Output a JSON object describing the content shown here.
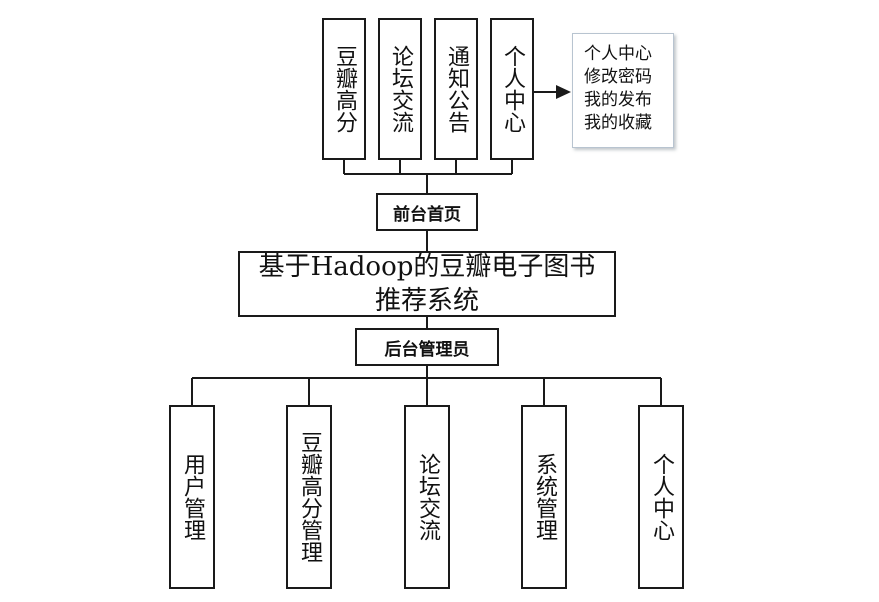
{
  "diagram": {
    "title": "基于Hadoop的豆瓣电子图书推荐系统",
    "frontend": {
      "label": "前台首页",
      "modules": [
        "豆瓣高分",
        "论坛交流",
        "通知公告",
        "个人中心"
      ],
      "personal_center_items": [
        "个人中心",
        "修改密码",
        "我的发布",
        "我的收藏"
      ]
    },
    "backend": {
      "label": "后台管理员",
      "modules": [
        "用户管理",
        "豆瓣高分管理",
        "论坛交流",
        "系统管理",
        "个人中心"
      ]
    },
    "colors": {
      "border": "#1a1a1a",
      "note_border": "#b8c4d0"
    }
  }
}
